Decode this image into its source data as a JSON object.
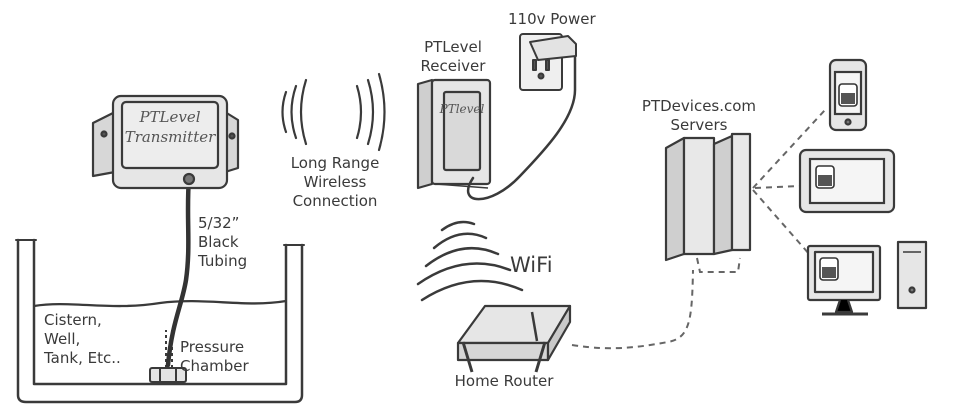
{
  "labels": {
    "power": "110v Power",
    "receiver_line1": "PTLevel",
    "receiver_line2": "Receiver",
    "servers_line1": "PTDevices.com",
    "servers_line2": "Servers",
    "wireless_line1": "Long Range",
    "wireless_line2": "Wireless",
    "wireless_line3": "Connection",
    "tubing_line1": "5/32”",
    "tubing_line2": "Black",
    "tubing_line3": "Tubing",
    "tank_line1": "Cistern,",
    "tank_line2": "Well,",
    "tank_line3": "Tank, Etc..",
    "chamber_line1": "Pressure",
    "chamber_line2": "Chamber",
    "wifi": "WiFi",
    "router": "Home Router"
  },
  "device_text": {
    "transmitter_line1": "PTLevel",
    "transmitter_line2": "Transmitter",
    "receiver_logo": "PTlevel"
  },
  "colors": {
    "ink": "#3a3a3a",
    "device_fill": "#e6e6e6",
    "device_shade": "#cfcfcf",
    "screen_fill": "#d9d9d9"
  }
}
